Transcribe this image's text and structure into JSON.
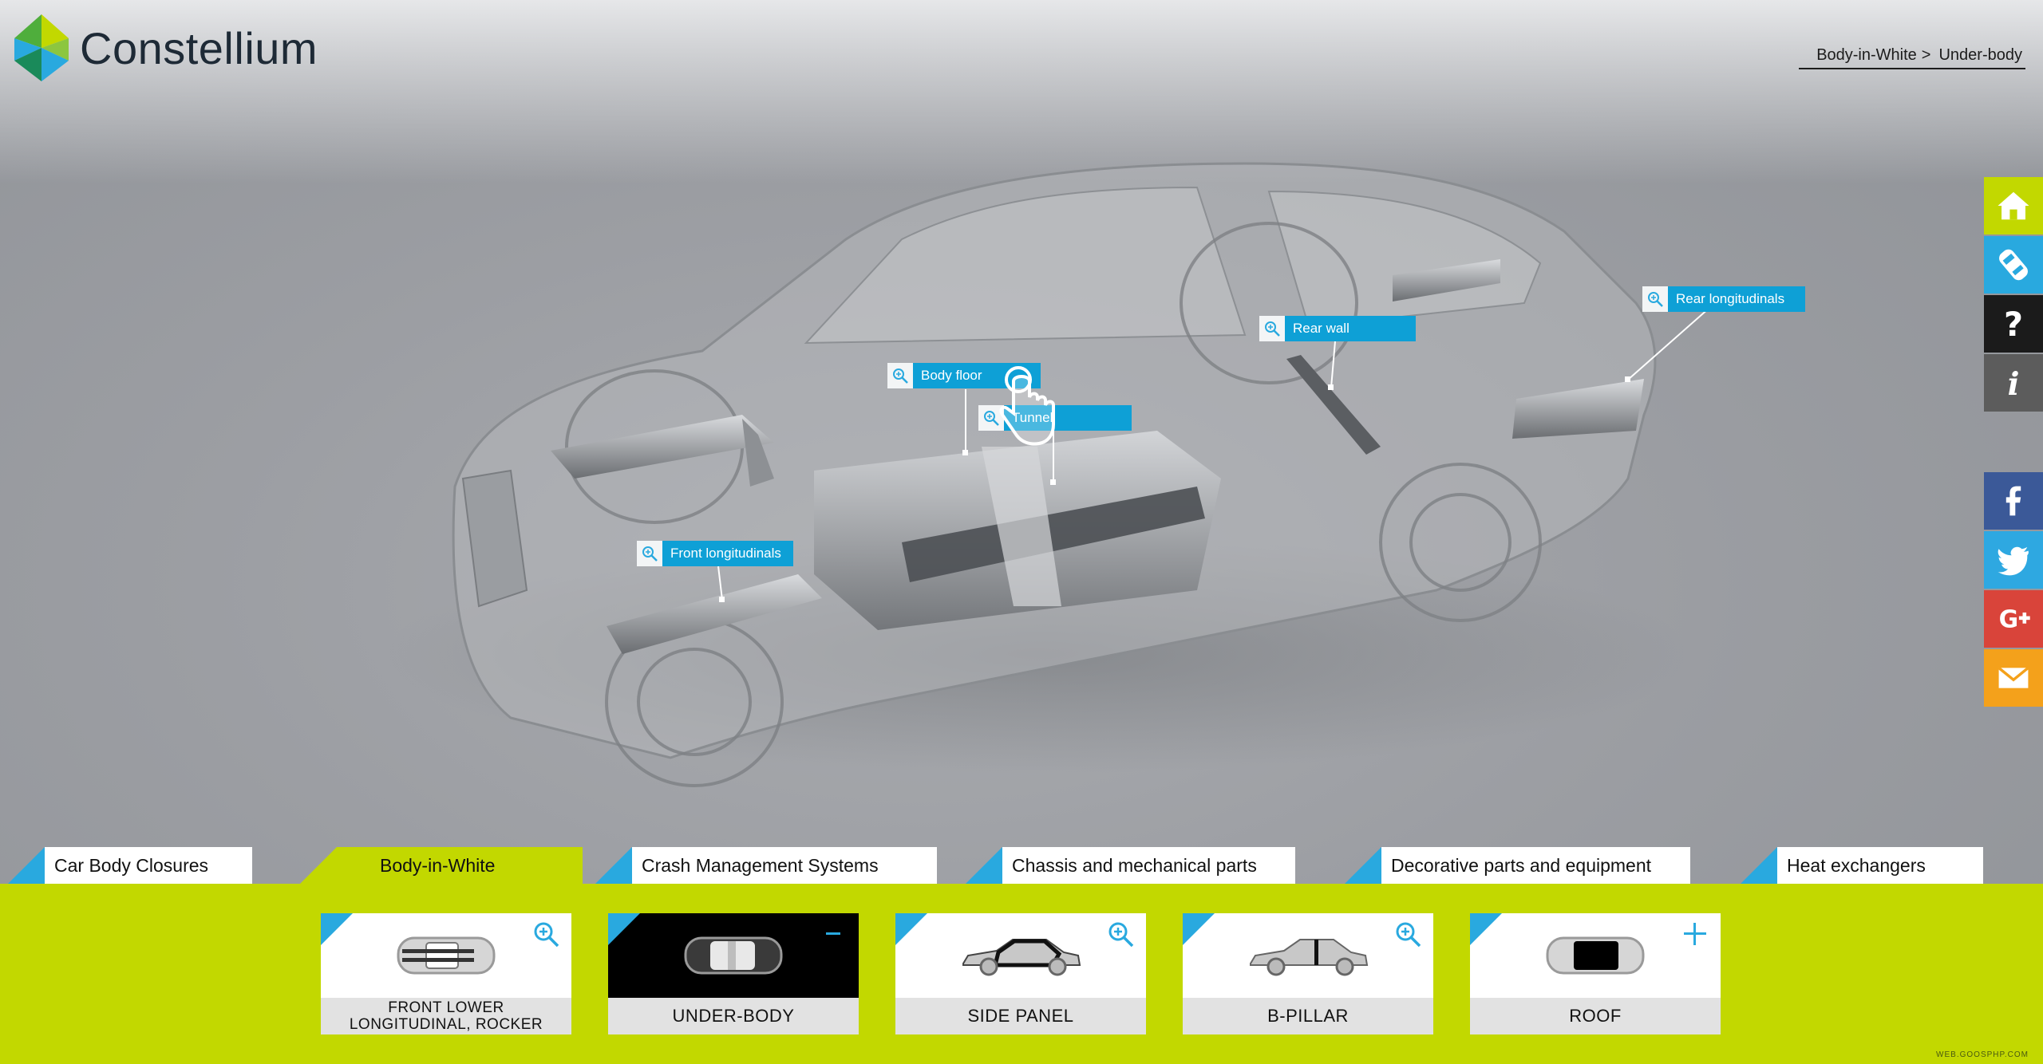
{
  "brand": {
    "name": "Constellium",
    "colors": {
      "lime": "#c2d800",
      "blue": "#29a9df",
      "navy": "#1e2a36"
    }
  },
  "breadcrumb": [
    "Body-in-White",
    "Under-body"
  ],
  "breadcrumb_separator": ">",
  "side_nav": [
    {
      "name": "home-icon",
      "color": "#c2d800"
    },
    {
      "name": "car-view-icon",
      "color": "#29a9df"
    },
    {
      "name": "help-icon",
      "color": "#1b1b1b"
    },
    {
      "name": "info-icon",
      "color": "#5c5c5c"
    }
  ],
  "social": [
    {
      "name": "facebook-icon",
      "color": "#3b5998"
    },
    {
      "name": "twitter-icon",
      "color": "#2ea8e1"
    },
    {
      "name": "google-plus-icon",
      "color": "#d9443a"
    },
    {
      "name": "email-icon",
      "color": "#f4a11b"
    }
  ],
  "hotspots": {
    "body_floor": "Body floor",
    "tunnel": "Tunnel",
    "rear_wall": "Rear wall",
    "rear_longitudinals": "Rear longitudinals",
    "front_longitudinals": "Front longitudinals"
  },
  "categories": [
    {
      "label": "Car Body Closures",
      "active": false
    },
    {
      "label": "Body-in-White",
      "active": true
    },
    {
      "label": "Crash Management Systems",
      "active": false
    },
    {
      "label": "Chassis and mechanical parts",
      "active": false
    },
    {
      "label": "Decorative parts and equipment",
      "active": false
    },
    {
      "label": "Heat exchangers",
      "active": false
    }
  ],
  "cards": [
    {
      "line1": "FRONT LOWER",
      "line2": "LONGITUDINAL, ROCKER",
      "action": "zoom",
      "selected": false
    },
    {
      "label": "UNDER-BODY",
      "action": "minus",
      "selected": true
    },
    {
      "label": "SIDE PANEL",
      "action": "zoom",
      "selected": false
    },
    {
      "label": "B-PILLAR",
      "action": "zoom",
      "selected": false
    },
    {
      "label": "ROOF",
      "action": "plus",
      "selected": false
    }
  ],
  "watermark": "WEB.GOOSPHP.COM"
}
